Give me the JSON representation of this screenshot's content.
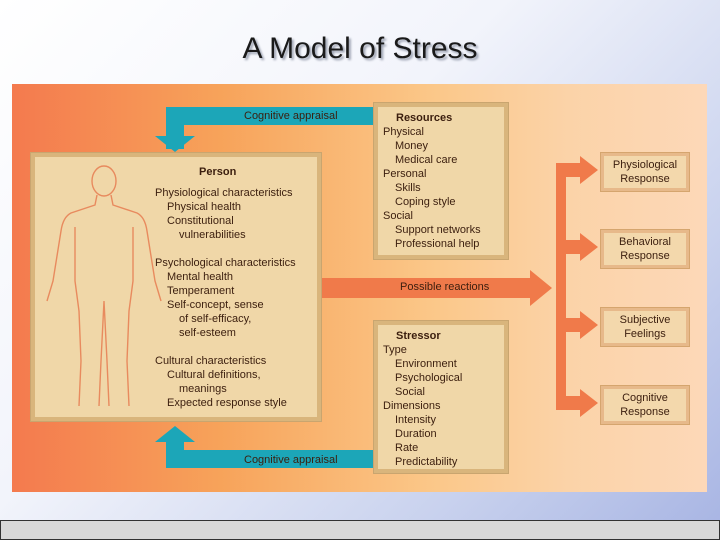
{
  "title": "A Model of Stress",
  "arrows": {
    "top": "Cognitive appraisal",
    "middle": "Possible reactions",
    "bottom": "Cognitive appraisal"
  },
  "person": {
    "heading": "Person",
    "lines": [
      {
        "text": "Physiological characteristics",
        "indent": 0
      },
      {
        "text": "Physical health",
        "indent": 1
      },
      {
        "text": "Constitutional",
        "indent": 1
      },
      {
        "text": "vulnerabilities",
        "indent": 2
      },
      {
        "text": "",
        "indent": 0
      },
      {
        "text": "Psychological characteristics",
        "indent": 0
      },
      {
        "text": "Mental health",
        "indent": 1
      },
      {
        "text": "Temperament",
        "indent": 1
      },
      {
        "text": "Self-concept, sense",
        "indent": 1
      },
      {
        "text": "of self-efficacy,",
        "indent": 2
      },
      {
        "text": "self-esteem",
        "indent": 2
      },
      {
        "text": "",
        "indent": 0
      },
      {
        "text": "Cultural characteristics",
        "indent": 0
      },
      {
        "text": "Cultural definitions,",
        "indent": 1
      },
      {
        "text": "meanings",
        "indent": 2
      },
      {
        "text": "Expected response style",
        "indent": 1
      }
    ]
  },
  "resources": {
    "heading": "Resources",
    "lines": [
      {
        "text": "Physical",
        "indent": 0
      },
      {
        "text": "Money",
        "indent": 1
      },
      {
        "text": "Medical care",
        "indent": 1
      },
      {
        "text": "Personal",
        "indent": 0
      },
      {
        "text": "Skills",
        "indent": 1
      },
      {
        "text": "Coping style",
        "indent": 1
      },
      {
        "text": "Social",
        "indent": 0
      },
      {
        "text": "Support networks",
        "indent": 1
      },
      {
        "text": "Professional help",
        "indent": 1
      }
    ]
  },
  "stressor": {
    "heading": "Stressor",
    "lines": [
      {
        "text": "Type",
        "indent": 0
      },
      {
        "text": "Environment",
        "indent": 1
      },
      {
        "text": "Psychological",
        "indent": 1
      },
      {
        "text": "Social",
        "indent": 1
      },
      {
        "text": "Dimensions",
        "indent": 0
      },
      {
        "text": "Intensity",
        "indent": 1
      },
      {
        "text": "Duration",
        "indent": 1
      },
      {
        "text": "Rate",
        "indent": 1
      },
      {
        "text": "Predictability",
        "indent": 1
      }
    ]
  },
  "responses": [
    {
      "line1": "Physiological",
      "line2": "Response"
    },
    {
      "line1": "Behavioral",
      "line2": "Response"
    },
    {
      "line1": "Subjective",
      "line2": "Feelings"
    },
    {
      "line1": "Cognitive",
      "line2": "Response"
    }
  ],
  "colors": {
    "teal_arrow": "#1ca6b8",
    "orange_arrow": "#f07a4a",
    "box_fill": "#f0d7a8"
  }
}
